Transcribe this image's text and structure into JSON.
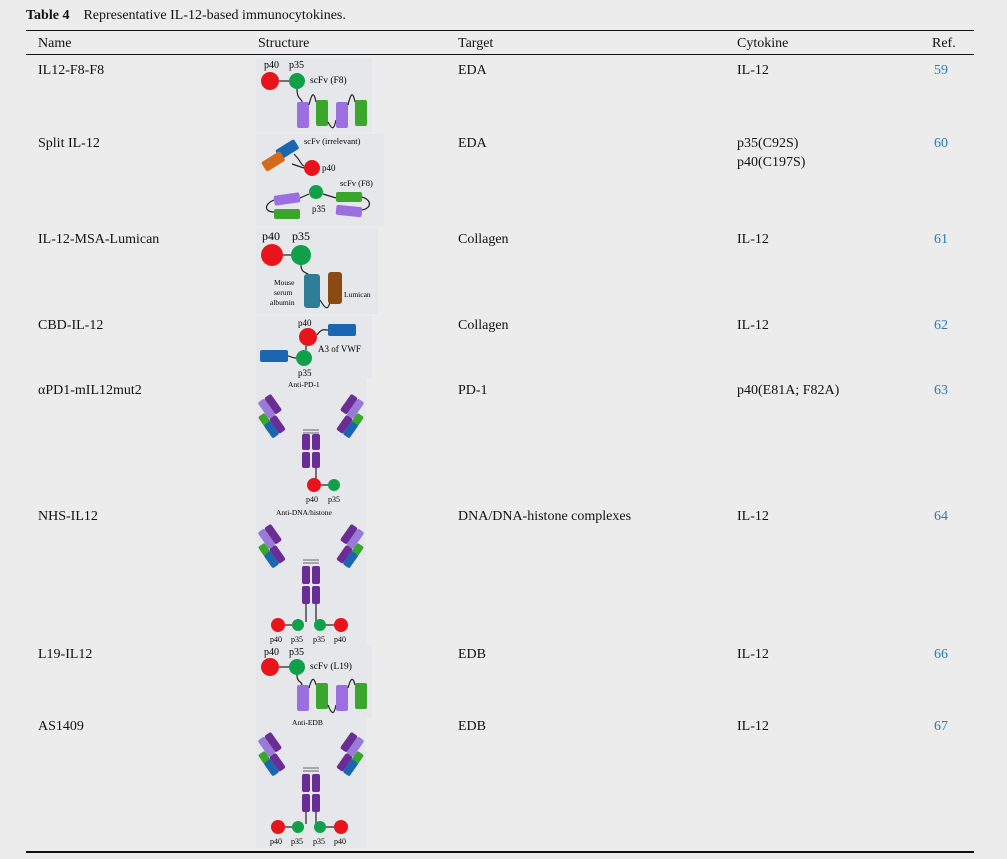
{
  "table": {
    "label": "Table 4",
    "title": "Representative IL-12-based immunocytokines.",
    "headers": {
      "name": "Name",
      "structure": "Structure",
      "target": "Target",
      "cytokine": "Cytokine",
      "ref": "Ref."
    },
    "rows": [
      {
        "name": "IL12-F8-F8",
        "target": "EDA",
        "cytokine": "IL-12",
        "ref": "59",
        "labels": {
          "p40": "p40",
          "p35": "p35",
          "scfv": "scFv (F8)"
        }
      },
      {
        "name": "Split IL-12",
        "target": "EDA",
        "cytokine": "p35(C92S)",
        "cytokine2": "p40(C197S)",
        "ref": "60",
        "labels": {
          "scfv_irr": "scFv (irrelevant)",
          "p40": "p40",
          "scfv": "scFv (F8)",
          "p35": "p35"
        }
      },
      {
        "name": "IL-12-MSA-Lumican",
        "target": "Collagen",
        "cytokine": "IL-12",
        "ref": "61",
        "labels": {
          "p40": "p40",
          "p35": "p35",
          "msa1": "Mouse",
          "msa2": "serum",
          "msa3": "albumin",
          "lumican": "Lumican"
        }
      },
      {
        "name": "CBD-IL-12",
        "target": "Collagen",
        "cytokine": "IL-12",
        "ref": "62",
        "labels": {
          "p40": "p40",
          "a3": "A3 of VWF",
          "p35": "p35"
        }
      },
      {
        "name": "αPD1-mIL12mut2",
        "target": "PD-1",
        "cytokine": "p40(E81A; F82A)",
        "ref": "63",
        "labels": {
          "ab": "Anti-PD-1",
          "p40": "p40",
          "p35": "p35"
        }
      },
      {
        "name": "NHS-IL12",
        "target": "DNA/DNA-histone complexes",
        "cytokine": "IL-12",
        "ref": "64",
        "labels": {
          "ab": "Anti-DNA/histone",
          "p40a": "p40",
          "p35a": "p35",
          "p35b": "p35",
          "p40b": "p40"
        }
      },
      {
        "name": "L19-IL12",
        "target": "EDB",
        "cytokine": "IL-12",
        "ref": "66",
        "labels": {
          "p40": "p40",
          "p35": "p35",
          "scfv": "scFv (L19)"
        }
      },
      {
        "name": "AS1409",
        "target": "EDB",
        "cytokine": "IL-12",
        "ref": "67",
        "labels": {
          "ab": "Anti-EDB",
          "p40a": "p40",
          "p35a": "p35",
          "p35b": "p35",
          "p40b": "p40"
        }
      }
    ]
  },
  "colors": {
    "p40": "#e8141b",
    "p35": "#11a04a",
    "vh_purple": "#9c6fe0",
    "vl_green": "#3aa62c",
    "blue": "#1b66b0",
    "orange": "#d56a1a",
    "teal": "#2c7d95",
    "brown": "#8a4a12",
    "ab_purple": "#6a2d96",
    "ab_light": "#9a7ad8",
    "ref_link": "#2a7cb5"
  }
}
